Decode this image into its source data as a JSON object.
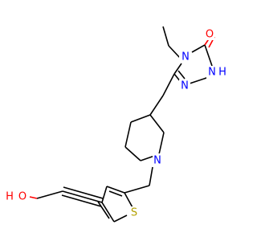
{
  "molecule": {
    "atoms": {
      "o_carbonyl": {
        "label": "O",
        "color": "#ff0000"
      },
      "n4": {
        "label": "N",
        "color": "#0000ff"
      },
      "n1h": {
        "label": "N",
        "color": "#0000ff"
      },
      "h_n1": {
        "label": "H",
        "color": "#0000ff"
      },
      "n2": {
        "label": "N",
        "color": "#0000ff"
      },
      "n_piperidine": {
        "label": "N",
        "color": "#0000ff"
      },
      "s_thiophene": {
        "label": "S",
        "color": "#b3a100"
      },
      "o_hydroxyl": {
        "label": "O",
        "color": "#ff0000"
      },
      "h_hydroxyl": {
        "label": "H",
        "color": "#ff0000"
      }
    }
  }
}
